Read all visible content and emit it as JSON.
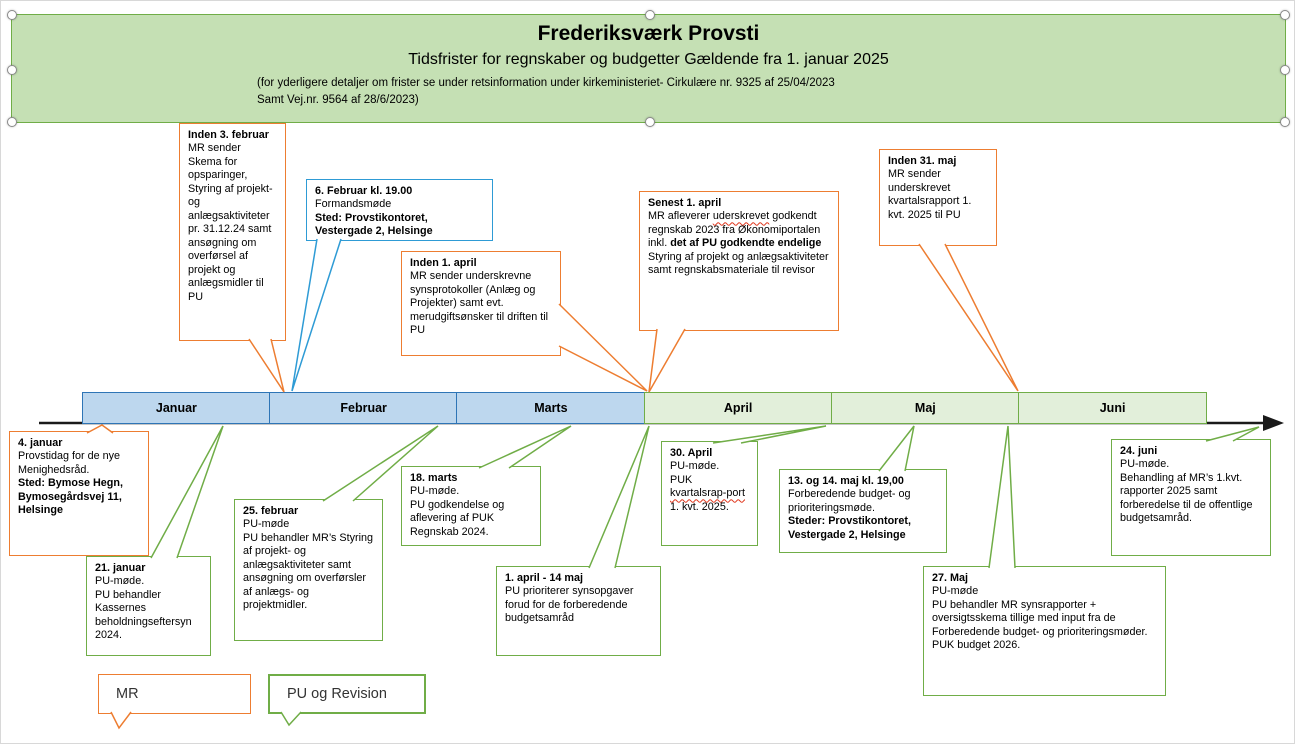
{
  "header": {
    "title": "Frederiksværk Provsti",
    "subtitle": "Tidsfrister for regnskaber og budgetter Gældende fra 1. januar 2025",
    "note_line1": "(for yderligere detaljer om frister se under retsinformation under kirkeministeriet-  Cirkulære nr. 9325 af 25/04/2023",
    "note_line2": "Samt Vej.nr. 9564 af 28/6/2023)"
  },
  "timeline": {
    "months": [
      "Januar",
      "Februar",
      "Marts",
      "April",
      "Maj",
      "Juni"
    ]
  },
  "callouts": {
    "inden_3_feb": {
      "title": "Inden 3. februar",
      "body": "MR sender Skema for opsparinger, Styring af projekt- og anlægsaktiviteter pr. 31.12.24 samt ansøgning om overførsel af projekt og anlægsmidler til PU"
    },
    "feb_6": {
      "title": "6. Februar kl. 19.00",
      "line1": "Formandsmøde",
      "line2": "Sted: Provstikontoret, Vestergade 2, Helsinge"
    },
    "inden_1_april": {
      "title": "Inden 1. april",
      "body": "MR sender underskrevne synsprotokoller (Anlæg og Projekter) samt evt. merudgiftsønsker til driften til PU"
    },
    "senest_1_april": {
      "title": "Senest 1. april",
      "b1": "MR afleverer ",
      "misspelled": "uderskrevet",
      "b2": " godkendt regnskab 2023 fra Økonomiportalen inkl. ",
      "bold": "det af PU godkendte endelige",
      "b3": " Styring af projekt og anlægsaktiviteter samt regnskabsmateriale til revisor"
    },
    "inden_31_maj": {
      "title": "Inden 31. maj",
      "body": "MR sender underskrevet kvartalsrapport 1. kvt. 2025 til PU"
    },
    "jan_4": {
      "title": "4. januar",
      "line1": "Provstidag for de nye Menighedsråd.",
      "line2": "Sted: Bymose Hegn, Bymosegårdsvej 11, Helsinge"
    },
    "jan_21": {
      "title": "21. januar",
      "line1": "PU-møde.",
      "line2": "PU behandler Kassernes beholdningseftersyn 2024."
    },
    "feb_25": {
      "title": "25. februar",
      "line1": "PU-møde",
      "line2": "PU behandler MR’s Styring af projekt- og anlægsaktiviteter samt ansøgning om overførsler af anlægs- og projektmidler."
    },
    "marts_18": {
      "title": "18. marts",
      "line1": "PU-møde.",
      "line2": "PU godkendelse og aflevering af PUK Regnskab 2024."
    },
    "april_30": {
      "title": "30. April",
      "line1": "PU-møde.",
      "l2a": "PUK ",
      "l2sq": "kvartalsrap-port",
      "l2b": " 1. kvt. 2025."
    },
    "april_maj": {
      "title": "1. april - 14 maj",
      "body": "PU prioriterer synsopgaver forud for de forberedende budgetsamråd"
    },
    "maj_13_14": {
      "title": "13. og 14. maj kl. 19,00",
      "line1": "Forberedende budget- og prioriteringsmøde.",
      "line2": "Steder: Provstikontoret, Vestergade 2, Helsinge"
    },
    "maj_27": {
      "title": "27. Maj",
      "line1": "PU-møde",
      "line2": "PU behandler MR synsrapporter + oversigtsskema tillige med input fra de Forberedende budget- og prioriteringsmøder.",
      "line3": "PUK budget 2026."
    },
    "juni_24": {
      "title": "24. juni",
      "line1": "PU-møde.",
      "line2": "Behandling af MR’s 1.kvt. rapporter 2025 samt forberedelse til de offentlige budgetsamråd."
    }
  },
  "legend": {
    "mr": "MR",
    "pu": "PU og Revision"
  },
  "colors": {
    "orange": "#ED7D31",
    "green": "#70AD47",
    "blue": "#2E9BD5",
    "timeline_blue_fill": "#BDD7EE",
    "timeline_blue_border": "#2E75B6",
    "timeline_green_fill": "#E2EFDA",
    "timeline_green_border": "#70AD47",
    "header_fill": "#C5E0B4"
  }
}
